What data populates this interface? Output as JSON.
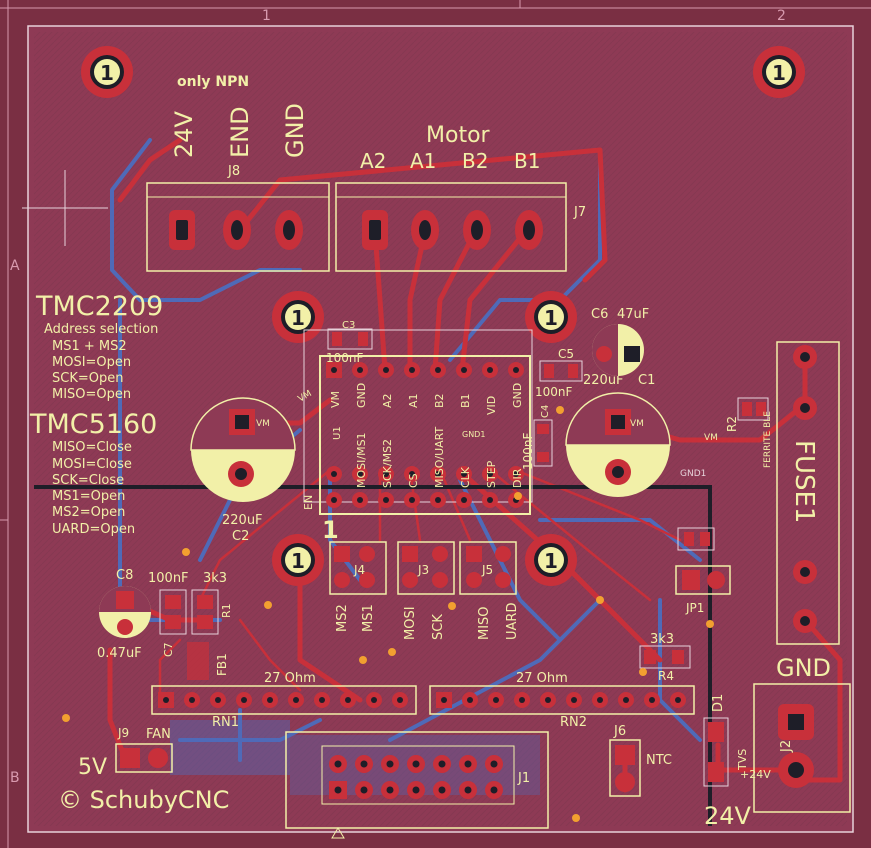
{
  "frame": {
    "columns": [
      "1",
      "2"
    ],
    "rows": [
      "A",
      "B"
    ]
  },
  "silk": {
    "only_npn": "only NPN",
    "motor": "Motor",
    "tmc2209": "TMC2209",
    "tmc2209_lines": [
      "Address selection",
      "MS1 + MS2",
      "MOSI=Open",
      "SCK=Open",
      "MISO=Open"
    ],
    "tmc5160": "TMC5160",
    "tmc5160_lines": [
      "MISO=Close",
      "MOSI=Close",
      "SCK=Close",
      "MS1=Open",
      "MS2=Open",
      "UARD=Open"
    ],
    "copyright": "© SchubyCNC",
    "fuse": "FUSE1",
    "gnd_big": "GND",
    "v24_big": "24V",
    "v5": "5V",
    "fan": "FAN",
    "ntc": "NTC",
    "ohm27_a": "27 Ohm",
    "ohm27_b": "27 Ohm",
    "ferrite": "FERRITE BLE"
  },
  "connectors": {
    "j8": {
      "ref": "J8",
      "labels": [
        "24V",
        "END",
        "GND"
      ]
    },
    "j7": {
      "ref": "J7",
      "labels": [
        "A2",
        "A1",
        "B2",
        "B1"
      ]
    },
    "j1": "J1",
    "j2": "J2",
    "j6": "J6",
    "j9": "J9",
    "jp1": "JP1"
  },
  "module": {
    "top_pins": [
      "VM",
      "GND",
      "A2",
      "A1",
      "B2",
      "B1",
      "VID",
      "GND"
    ],
    "bottom_pins": [
      "EN",
      "MOSI/MS1",
      "SCK/MS2",
      "CS",
      "MISO/UART",
      "CLK",
      "STEP",
      "DIR"
    ],
    "pin1": "1",
    "gnd1": "GND1",
    "u1": "U1"
  },
  "jumpers": {
    "j4": {
      "ref": "J4",
      "labels": [
        "MS2",
        "MS1"
      ]
    },
    "j3": {
      "ref": "J3",
      "labels": [
        "MOSI",
        "SCK"
      ]
    },
    "j5": {
      "ref": "J5",
      "labels": [
        "MISO",
        "UARD"
      ]
    }
  },
  "components": {
    "c1": {
      "ref": "C1",
      "value": "220uF"
    },
    "c2": {
      "ref": "C2",
      "value": "220uF"
    },
    "c3": {
      "ref": "C3",
      "value": "100nF"
    },
    "c4": {
      "ref": "C4",
      "value": "100nF"
    },
    "c5": {
      "ref": "C5",
      "value": "100nF"
    },
    "c6": {
      "ref": "C6",
      "value": "47uF"
    },
    "c7": {
      "ref": "C7",
      "value": "100nF"
    },
    "c8": {
      "ref": "C8",
      "value": "0.47uF"
    },
    "r1": {
      "ref": "R1",
      "value": "3k3"
    },
    "r2": {
      "ref": "R2"
    },
    "r4": {
      "ref": "R4",
      "value": "3k3"
    },
    "fb1": "FB1",
    "d1": "D1",
    "rn1": "RN1",
    "rn2": "RN2",
    "tvs": "TVS"
  },
  "pads": {
    "vm": "VM",
    "gnd": "GND",
    "v24": "+24V",
    "gnd_pad": "GND1"
  },
  "mount_number": "1",
  "colors": {
    "board": "#8e3a55",
    "copper_front": "#c8303a",
    "copper_back": "#4f6ab8",
    "silk": "#f2f0a8",
    "outline": "#e7d2da"
  }
}
